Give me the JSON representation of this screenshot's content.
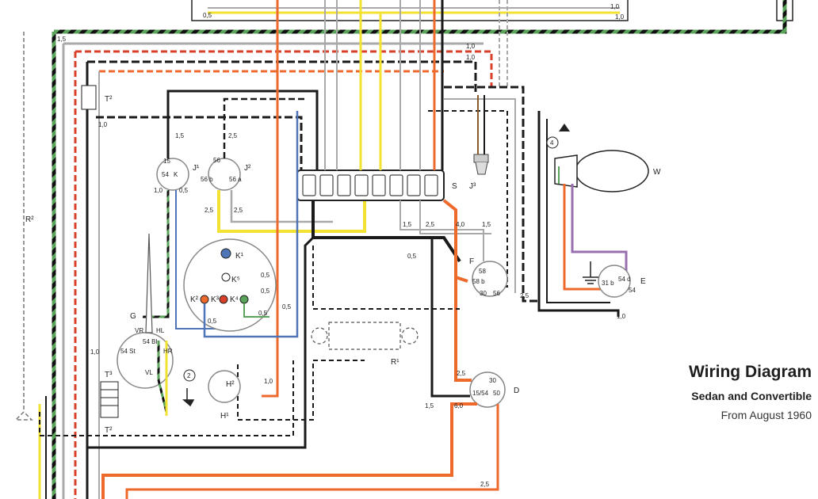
{
  "title": {
    "main": "Wiring Diagram",
    "sub": "Sedan and Convertible",
    "date": "From August 1960"
  },
  "components": {
    "T2_top": "T²",
    "T2_bottom": "T²",
    "T3": "T³",
    "J1": "J¹",
    "J2": "J²",
    "J3": "J³",
    "S": "S",
    "W": "W",
    "E": "E",
    "F": "F",
    "D": "D",
    "G": "G",
    "H1": "H¹",
    "H2": "H²",
    "R1": "R¹",
    "R2": "R²",
    "K1": "K¹",
    "K2": "K²",
    "K3": "K³",
    "K4": "K⁴",
    "K5": "K⁵",
    "marker_2": "2",
    "marker_4": "4"
  },
  "terminals": {
    "j1_15": "15",
    "j1_54": "54",
    "j1_k": "K",
    "j2_56": "56",
    "j2_56b": "56 b",
    "j2_56a": "56 a",
    "f_58": "58",
    "f_58b": "58 b",
    "f_30": "30",
    "f_56": "56",
    "d_30": "30",
    "d_1554": "15/54",
    "d_50": "50",
    "e_31b": "31 b",
    "e_54d": "54 d",
    "e_54": "54",
    "g_vr": "VR",
    "g_hl": "HL",
    "g_54bl": "54 Bl",
    "g_54st": "54 St",
    "g_hr": "HR",
    "g_vl": "VL"
  },
  "wire_sizes": {
    "w_1_5_left": "1,5",
    "w_1_0_t2": "1,0",
    "w_1_5_j1": "1,5",
    "w_1_0_j1": "1,0",
    "w_0_5_j1": "0,5",
    "w_2_5_j2": "2,5",
    "w_2_5_a": "2,5",
    "w_2_5_b": "2,5",
    "w_0_5_top": "0,5",
    "w_1_0_top_r": "1,0",
    "w_1_0_top_r2": "1,0",
    "w_1_0_w": "1,0",
    "w_1_0_w2": "1,0",
    "w_1_5_s": "1,5",
    "w_2_5_s": "2,5",
    "w_4_0_s": "4,0",
    "w_1_5_s2": "1,5",
    "w_0_5_f": "0,5",
    "w_2_5_f": "2,5",
    "w_0_5_k1": "0,5",
    "w_0_5_k2": "0,5",
    "w_0_5_k3": "0,5",
    "w_0_5_k4": "0,5",
    "w_0_5_k5": "0,5",
    "w_1_0_g": "1,0",
    "w_1_0_h": "1,0",
    "w_2_5_d": "2,5",
    "w_1_5_d": "1,5",
    "w_6_0_d": "6,0",
    "w_2_5_bottom": "2,5",
    "w_1_0_e": "1,0"
  },
  "colors": {
    "black": "#1a1a1a",
    "yellow": "#f2e233",
    "orange": "#ee6a2c",
    "blue": "#4f74b8",
    "green": "#5aa35a",
    "grey": "#a9a9a9",
    "red": "#d8402a",
    "brown": "#8a5a2e",
    "violet": "#9a6fb0"
  }
}
